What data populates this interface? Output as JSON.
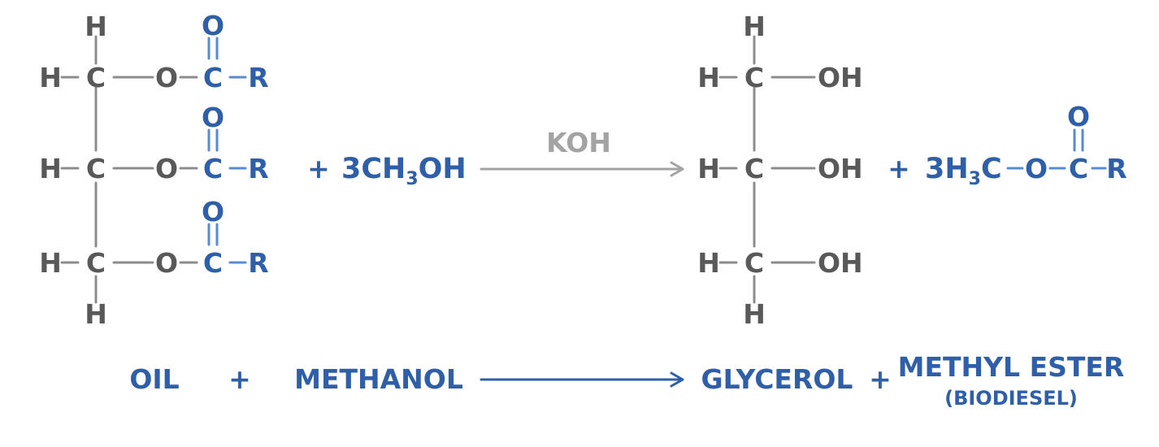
{
  "atoms": {
    "H": "H",
    "C": "C",
    "O": "O",
    "R": "R",
    "OH": "OH"
  },
  "plus": "+",
  "reagent": {
    "coef": "3CH",
    "sub": "3",
    "tail": "OH"
  },
  "catalyst": "KOH",
  "ester": {
    "coef": "3H",
    "sub": "3",
    "tail": "C"
  },
  "labels": {
    "oil": "OIL",
    "methanol": "METHANOL",
    "glycerol": "GLYCEROL",
    "ester_line1": "METHYL ESTER",
    "ester_line2": "(BIODIESEL)"
  },
  "colors": {
    "grey": "#595959",
    "blue": "#2f5fa8",
    "bond_grey": "#8c8c8c",
    "bond_blue": "#5a8ad1"
  }
}
